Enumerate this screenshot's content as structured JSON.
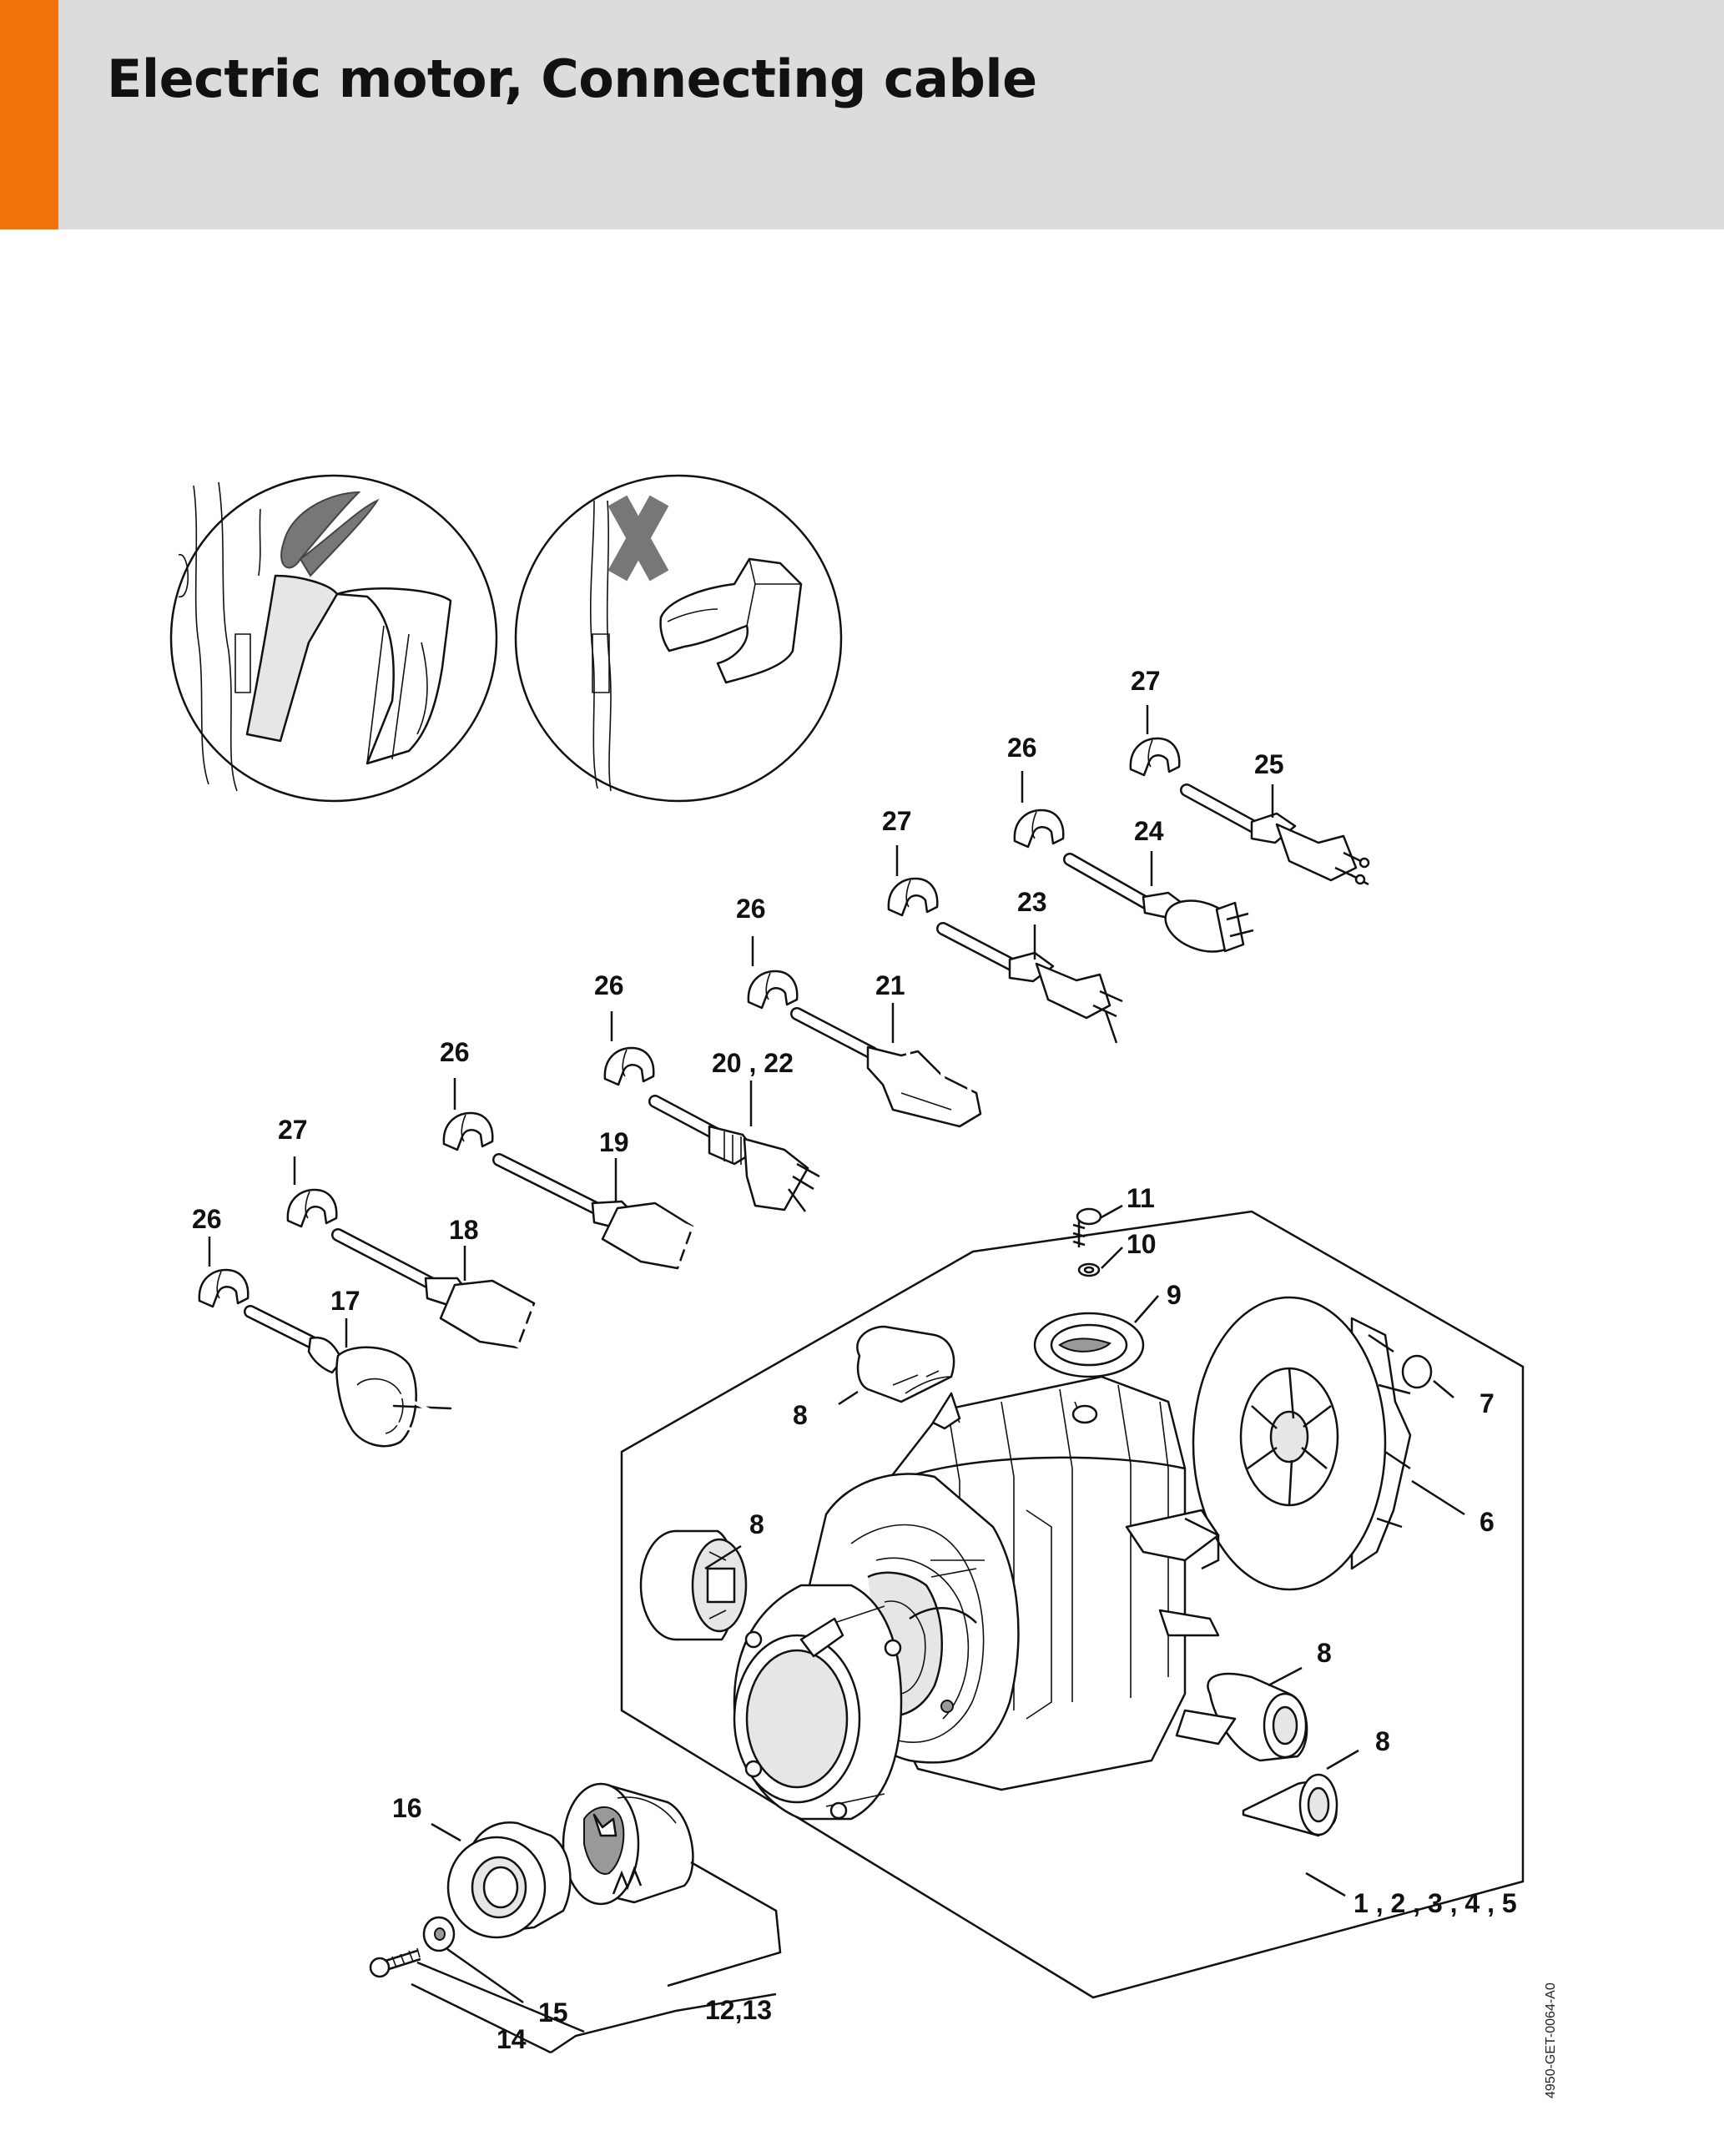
{
  "page": {
    "title": "Electric motor, Connecting cable",
    "accent_color": "#ef7308",
    "header_bg": "#dcdcdc"
  },
  "diagram": {
    "reference_code": "4950-GET-0064-A0",
    "callouts": {
      "c1_5": "1 , 2 , 3 , 4 , 5",
      "c6": "6",
      "c7": "7",
      "c8a": "8",
      "c8b": "8",
      "c8c": "8",
      "c8d": "8",
      "c9": "9",
      "c10": "10",
      "c11": "11",
      "c12_13": "12,13",
      "c14": "14",
      "c15": "15",
      "c16": "16",
      "c17": "17",
      "c18": "18",
      "c19": "19",
      "c20_22": "20 , 22",
      "c21": "21",
      "c23": "23",
      "c24": "24",
      "c25": "25",
      "c26a": "26",
      "c26b": "26",
      "c26c": "26",
      "c26d": "26",
      "c26e": "26",
      "c27a": "27",
      "c27b": "27",
      "c27c": "27"
    },
    "insets": {
      "correct_icon": "check-mark-icon",
      "incorrect_icon": "cross-mark-icon"
    }
  }
}
